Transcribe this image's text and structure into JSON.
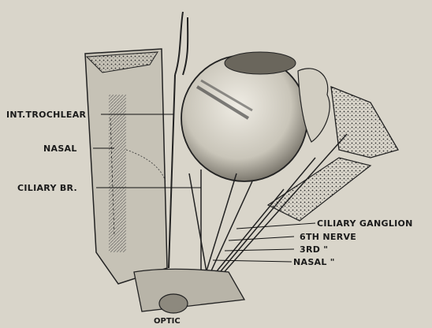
{
  "labels": {
    "int_trochlear": "INT.TROCHLEAR",
    "nasal_left": "NASAL",
    "ciliary_br": "CILIARY BR.",
    "ciliary_ganglion": "CILIARY GANGLION",
    "sixth_nerve": "6TH NERVE",
    "third": "3RD \"",
    "nasal_right": "NASAL \"",
    "optic": "OPTIC"
  },
  "colors": {
    "paper": "#d9d5ca",
    "ink": "#1a1a1a",
    "bone": "#b8b4a8",
    "shadow": "#4a4840"
  }
}
